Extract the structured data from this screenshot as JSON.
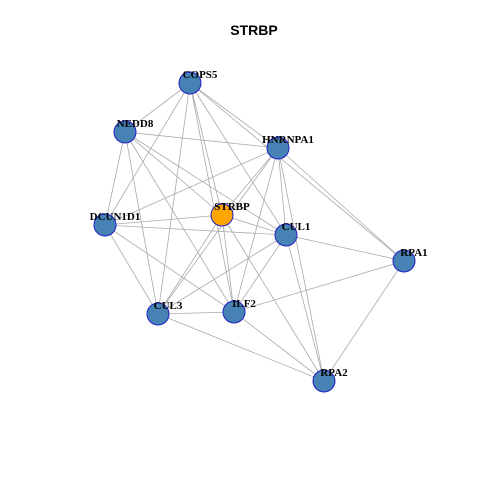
{
  "title": "STRBP",
  "colors": {
    "node_fill": "#4682B4",
    "node_stroke": "#1F1FC8",
    "center_fill": "#FFA500",
    "center_stroke": "#1F1FC8",
    "edge": "#AAAAAA"
  },
  "nodes": [
    {
      "id": "COPS5",
      "label": "COPS5",
      "center": false
    },
    {
      "id": "NEDD8",
      "label": "NEDD8",
      "center": false
    },
    {
      "id": "HNRNPA1",
      "label": "HNRNPA1",
      "center": false
    },
    {
      "id": "STRBP",
      "label": "STRBP",
      "center": true
    },
    {
      "id": "DCUN1D1",
      "label": "DCUN1D1",
      "center": false
    },
    {
      "id": "CUL1",
      "label": "CUL1",
      "center": false
    },
    {
      "id": "RPA1",
      "label": "RPA1",
      "center": false
    },
    {
      "id": "CUL3",
      "label": "CUL3",
      "center": false
    },
    {
      "id": "ILF2",
      "label": "ILF2",
      "center": false
    },
    {
      "id": "RPA2",
      "label": "RPA2",
      "center": false
    }
  ],
  "edges": [
    [
      "COPS5",
      "NEDD8"
    ],
    [
      "COPS5",
      "DCUN1D1"
    ],
    [
      "COPS5",
      "STRBP"
    ],
    [
      "COPS5",
      "CUL1"
    ],
    [
      "COPS5",
      "CUL3"
    ],
    [
      "COPS5",
      "ILF2"
    ],
    [
      "COPS5",
      "HNRNPA1"
    ],
    [
      "COPS5",
      "RPA1"
    ],
    [
      "NEDD8",
      "HNRNPA1"
    ],
    [
      "NEDD8",
      "STRBP"
    ],
    [
      "NEDD8",
      "CUL1"
    ],
    [
      "NEDD8",
      "DCUN1D1"
    ],
    [
      "NEDD8",
      "CUL3"
    ],
    [
      "NEDD8",
      "ILF2"
    ],
    [
      "HNRNPA1",
      "DCUN1D1"
    ],
    [
      "HNRNPA1",
      "STRBP"
    ],
    [
      "HNRNPA1",
      "CUL1"
    ],
    [
      "HNRNPA1",
      "CUL3"
    ],
    [
      "HNRNPA1",
      "ILF2"
    ],
    [
      "HNRNPA1",
      "RPA1"
    ],
    [
      "HNRNPA1",
      "RPA2"
    ],
    [
      "STRBP",
      "DCUN1D1"
    ],
    [
      "STRBP",
      "CUL1"
    ],
    [
      "STRBP",
      "CUL3"
    ],
    [
      "STRBP",
      "ILF2"
    ],
    [
      "STRBP",
      "RPA2"
    ],
    [
      "DCUN1D1",
      "CUL1"
    ],
    [
      "DCUN1D1",
      "CUL3"
    ],
    [
      "DCUN1D1",
      "ILF2"
    ],
    [
      "CUL1",
      "CUL3"
    ],
    [
      "CUL1",
      "ILF2"
    ],
    [
      "CUL1",
      "RPA1"
    ],
    [
      "CUL1",
      "RPA2"
    ],
    [
      "RPA1",
      "ILF2"
    ],
    [
      "RPA1",
      "RPA2"
    ],
    [
      "CUL3",
      "ILF2"
    ],
    [
      "CUL3",
      "RPA2"
    ],
    [
      "ILF2",
      "RPA2"
    ]
  ]
}
